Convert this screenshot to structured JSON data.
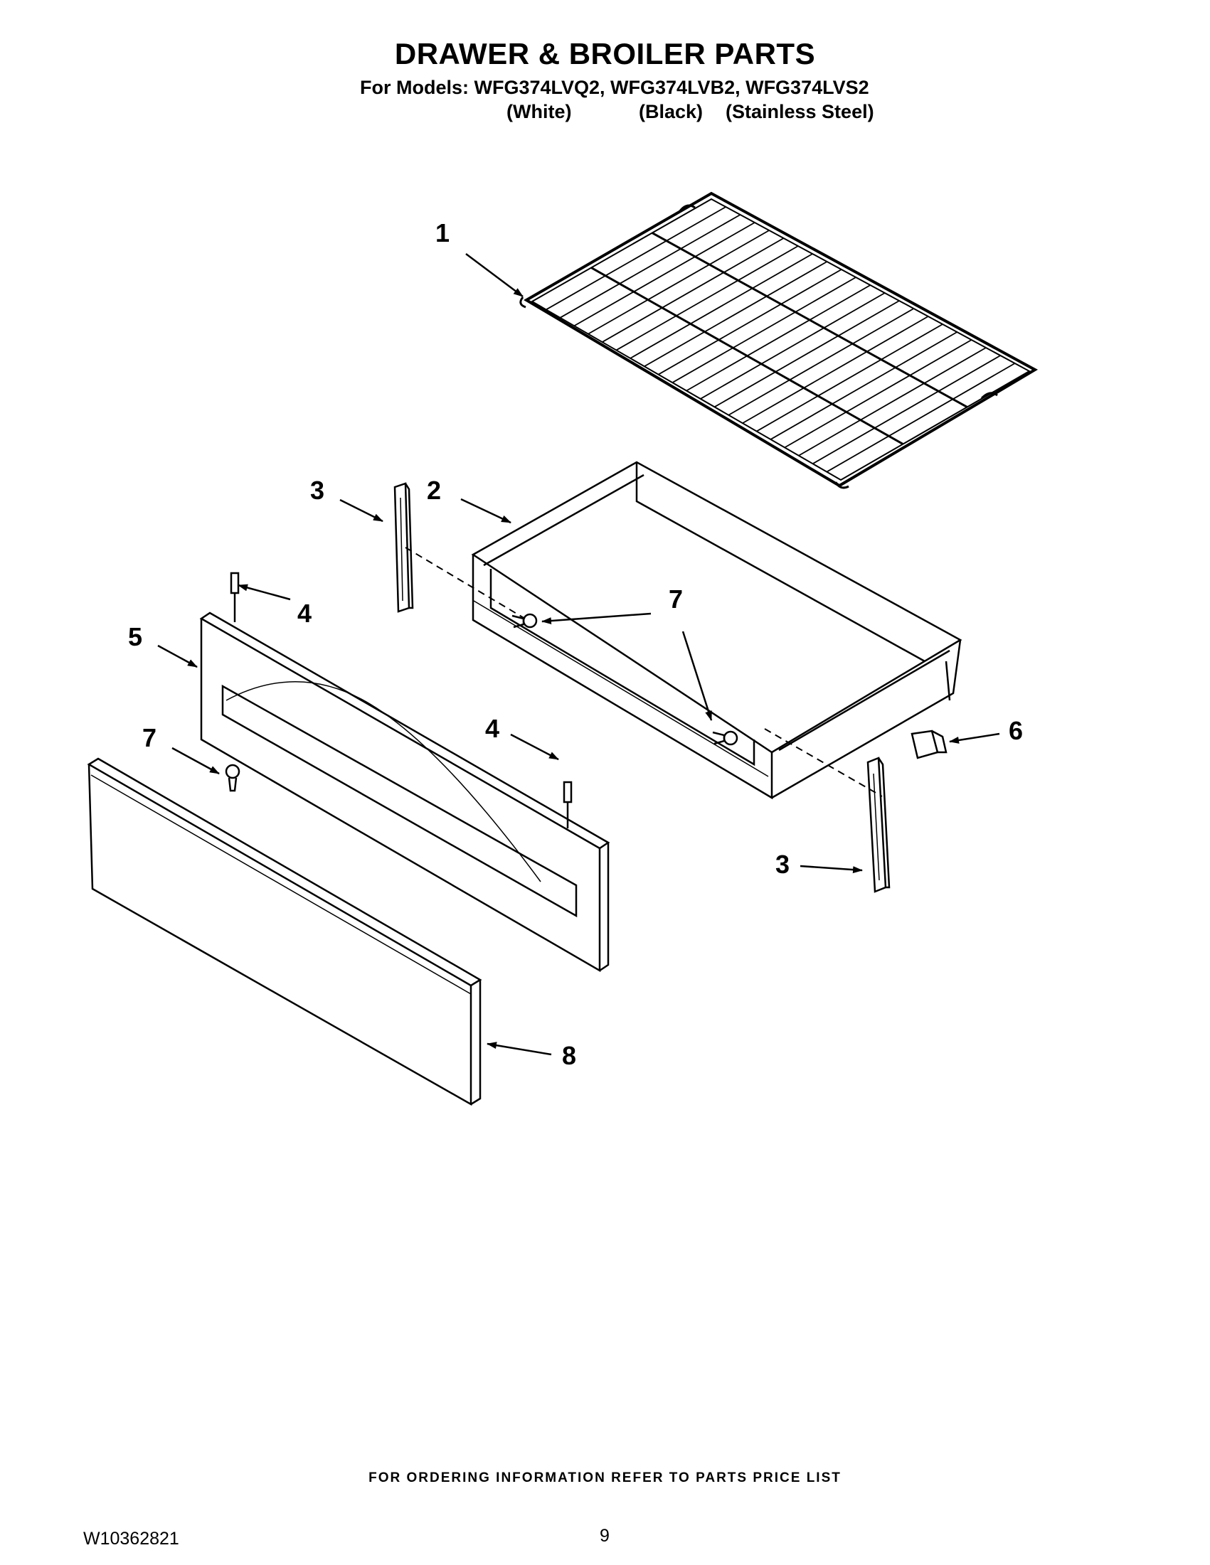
{
  "header": {
    "title": "DRAWER & BROILER PARTS",
    "models_line": "For Models: WFG374LVQ2, WFG374LVB2, WFG374LVS2",
    "variants": [
      "(White)",
      "(Black)",
      "(Stainless Steel)"
    ]
  },
  "callouts": {
    "c1": "1",
    "c2": "2",
    "c3a": "3",
    "c3b": "3",
    "c4a": "4",
    "c4b": "4",
    "c5": "5",
    "c6": "6",
    "c7a": "7",
    "c7b": "7",
    "c8": "8"
  },
  "footer": {
    "ordering_note": "FOR ORDERING INFORMATION REFER TO PARTS PRICE LIST",
    "doc_number": "W10362821",
    "page_number": "9"
  }
}
